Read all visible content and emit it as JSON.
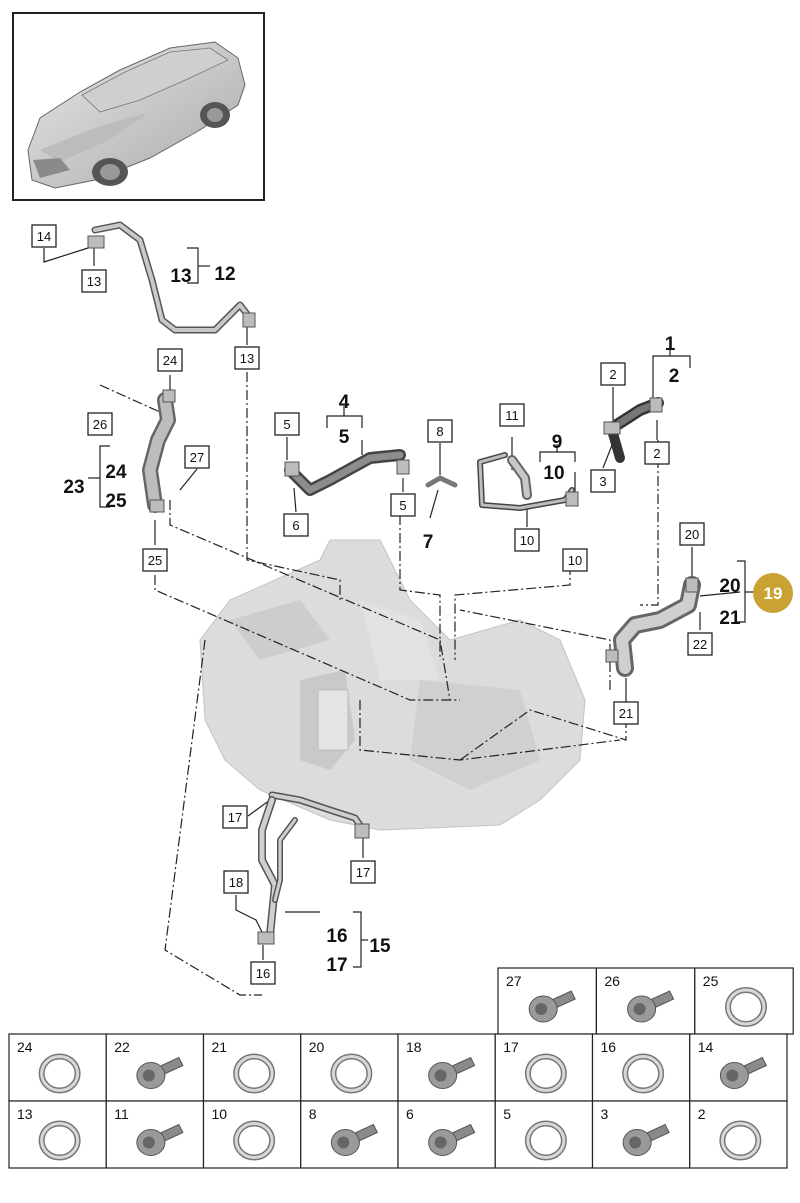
{
  "diagram": {
    "boxed_labels": [
      {
        "id": "b14a",
        "text": "14"
      },
      {
        "id": "b13a",
        "text": "13"
      },
      {
        "id": "b13b",
        "text": "13"
      },
      {
        "id": "b24",
        "text": "24"
      },
      {
        "id": "b26",
        "text": "26"
      },
      {
        "id": "b27",
        "text": "27"
      },
      {
        "id": "b25",
        "text": "25"
      },
      {
        "id": "b5a",
        "text": "5"
      },
      {
        "id": "b6",
        "text": "6"
      },
      {
        "id": "b5b",
        "text": "5"
      },
      {
        "id": "b8",
        "text": "8"
      },
      {
        "id": "b11",
        "text": "11"
      },
      {
        "id": "b10a",
        "text": "10"
      },
      {
        "id": "b10b",
        "text": "10"
      },
      {
        "id": "b2a",
        "text": "2"
      },
      {
        "id": "b3",
        "text": "3"
      },
      {
        "id": "b2b",
        "text": "2"
      },
      {
        "id": "b20",
        "text": "20"
      },
      {
        "id": "b22",
        "text": "22"
      },
      {
        "id": "b21",
        "text": "21"
      },
      {
        "id": "b17a",
        "text": "17"
      },
      {
        "id": "b17b",
        "text": "17"
      },
      {
        "id": "b18",
        "text": "18"
      },
      {
        "id": "b16",
        "text": "16"
      }
    ],
    "bold_labels": [
      {
        "id": "n13",
        "text": "13"
      },
      {
        "id": "n12",
        "text": "12"
      },
      {
        "id": "n1",
        "text": "1"
      },
      {
        "id": "n2",
        "text": "2"
      },
      {
        "id": "n4",
        "text": "4"
      },
      {
        "id": "n5",
        "text": "5"
      },
      {
        "id": "n9",
        "text": "9"
      },
      {
        "id": "n10",
        "text": "10"
      },
      {
        "id": "n7",
        "text": "7"
      },
      {
        "id": "n23",
        "text": "23"
      },
      {
        "id": "n24",
        "text": "24"
      },
      {
        "id": "n25",
        "text": "25"
      },
      {
        "id": "n20",
        "text": "20"
      },
      {
        "id": "n21",
        "text": "21"
      },
      {
        "id": "n16",
        "text": "16"
      },
      {
        "id": "n17",
        "text": "17"
      },
      {
        "id": "n15",
        "text": "15"
      }
    ],
    "callout": {
      "text": "19",
      "color": "#c9a233"
    },
    "colors": {
      "line": "#222222",
      "pipe": "#9a9a9a",
      "engine": "#d6d6d6",
      "callout": "#c9a233"
    }
  },
  "parts_table": {
    "row1": [
      {
        "num": "27",
        "icon": "bolt-icon"
      },
      {
        "num": "26",
        "icon": "bolt-icon"
      },
      {
        "num": "25",
        "icon": "seal-ring-icon"
      }
    ],
    "row2": [
      {
        "num": "24",
        "icon": "seal-ring-icon"
      },
      {
        "num": "22",
        "icon": "bolt-icon"
      },
      {
        "num": "21",
        "icon": "seal-ring-icon"
      },
      {
        "num": "20",
        "icon": "seal-ring-icon"
      },
      {
        "num": "18",
        "icon": "bolt-icon"
      },
      {
        "num": "17",
        "icon": "seal-ring-icon"
      },
      {
        "num": "16",
        "icon": "seal-ring-icon"
      },
      {
        "num": "14",
        "icon": "bolt-icon"
      }
    ],
    "row3": [
      {
        "num": "13",
        "icon": "seal-ring-icon"
      },
      {
        "num": "11",
        "icon": "bolt-icon"
      },
      {
        "num": "10",
        "icon": "seal-ring-icon"
      },
      {
        "num": "8",
        "icon": "bolt-icon"
      },
      {
        "num": "6",
        "icon": "bolt-icon"
      },
      {
        "num": "5",
        "icon": "seal-ring-icon"
      },
      {
        "num": "3",
        "icon": "bolt-icon"
      },
      {
        "num": "2",
        "icon": "seal-ring-icon"
      }
    ]
  }
}
